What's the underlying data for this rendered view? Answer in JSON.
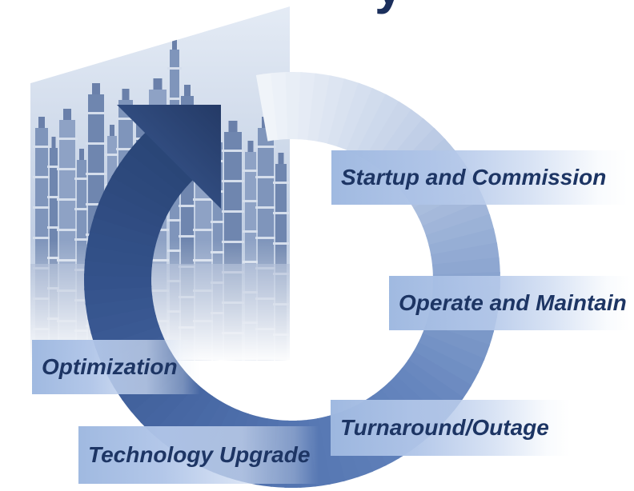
{
  "diagram": {
    "title_fragment": "y",
    "stages": {
      "startup": "Startup and Commission",
      "operate": "Operate and Maintain",
      "optimization": "Optimization",
      "turnaround": "Turnaround/Outage",
      "technology": "Technology Upgrade"
    }
  },
  "colors": {
    "label_text": "#1d3564",
    "arrowhead": [
      "#3d5d97",
      "#243a66"
    ],
    "ring": [
      "#f2f5fa",
      "#c6d3e9",
      "#90a9d2",
      "#6686be",
      "#5576b2",
      "#4666a2",
      "#34528b",
      "#2a4576"
    ]
  }
}
